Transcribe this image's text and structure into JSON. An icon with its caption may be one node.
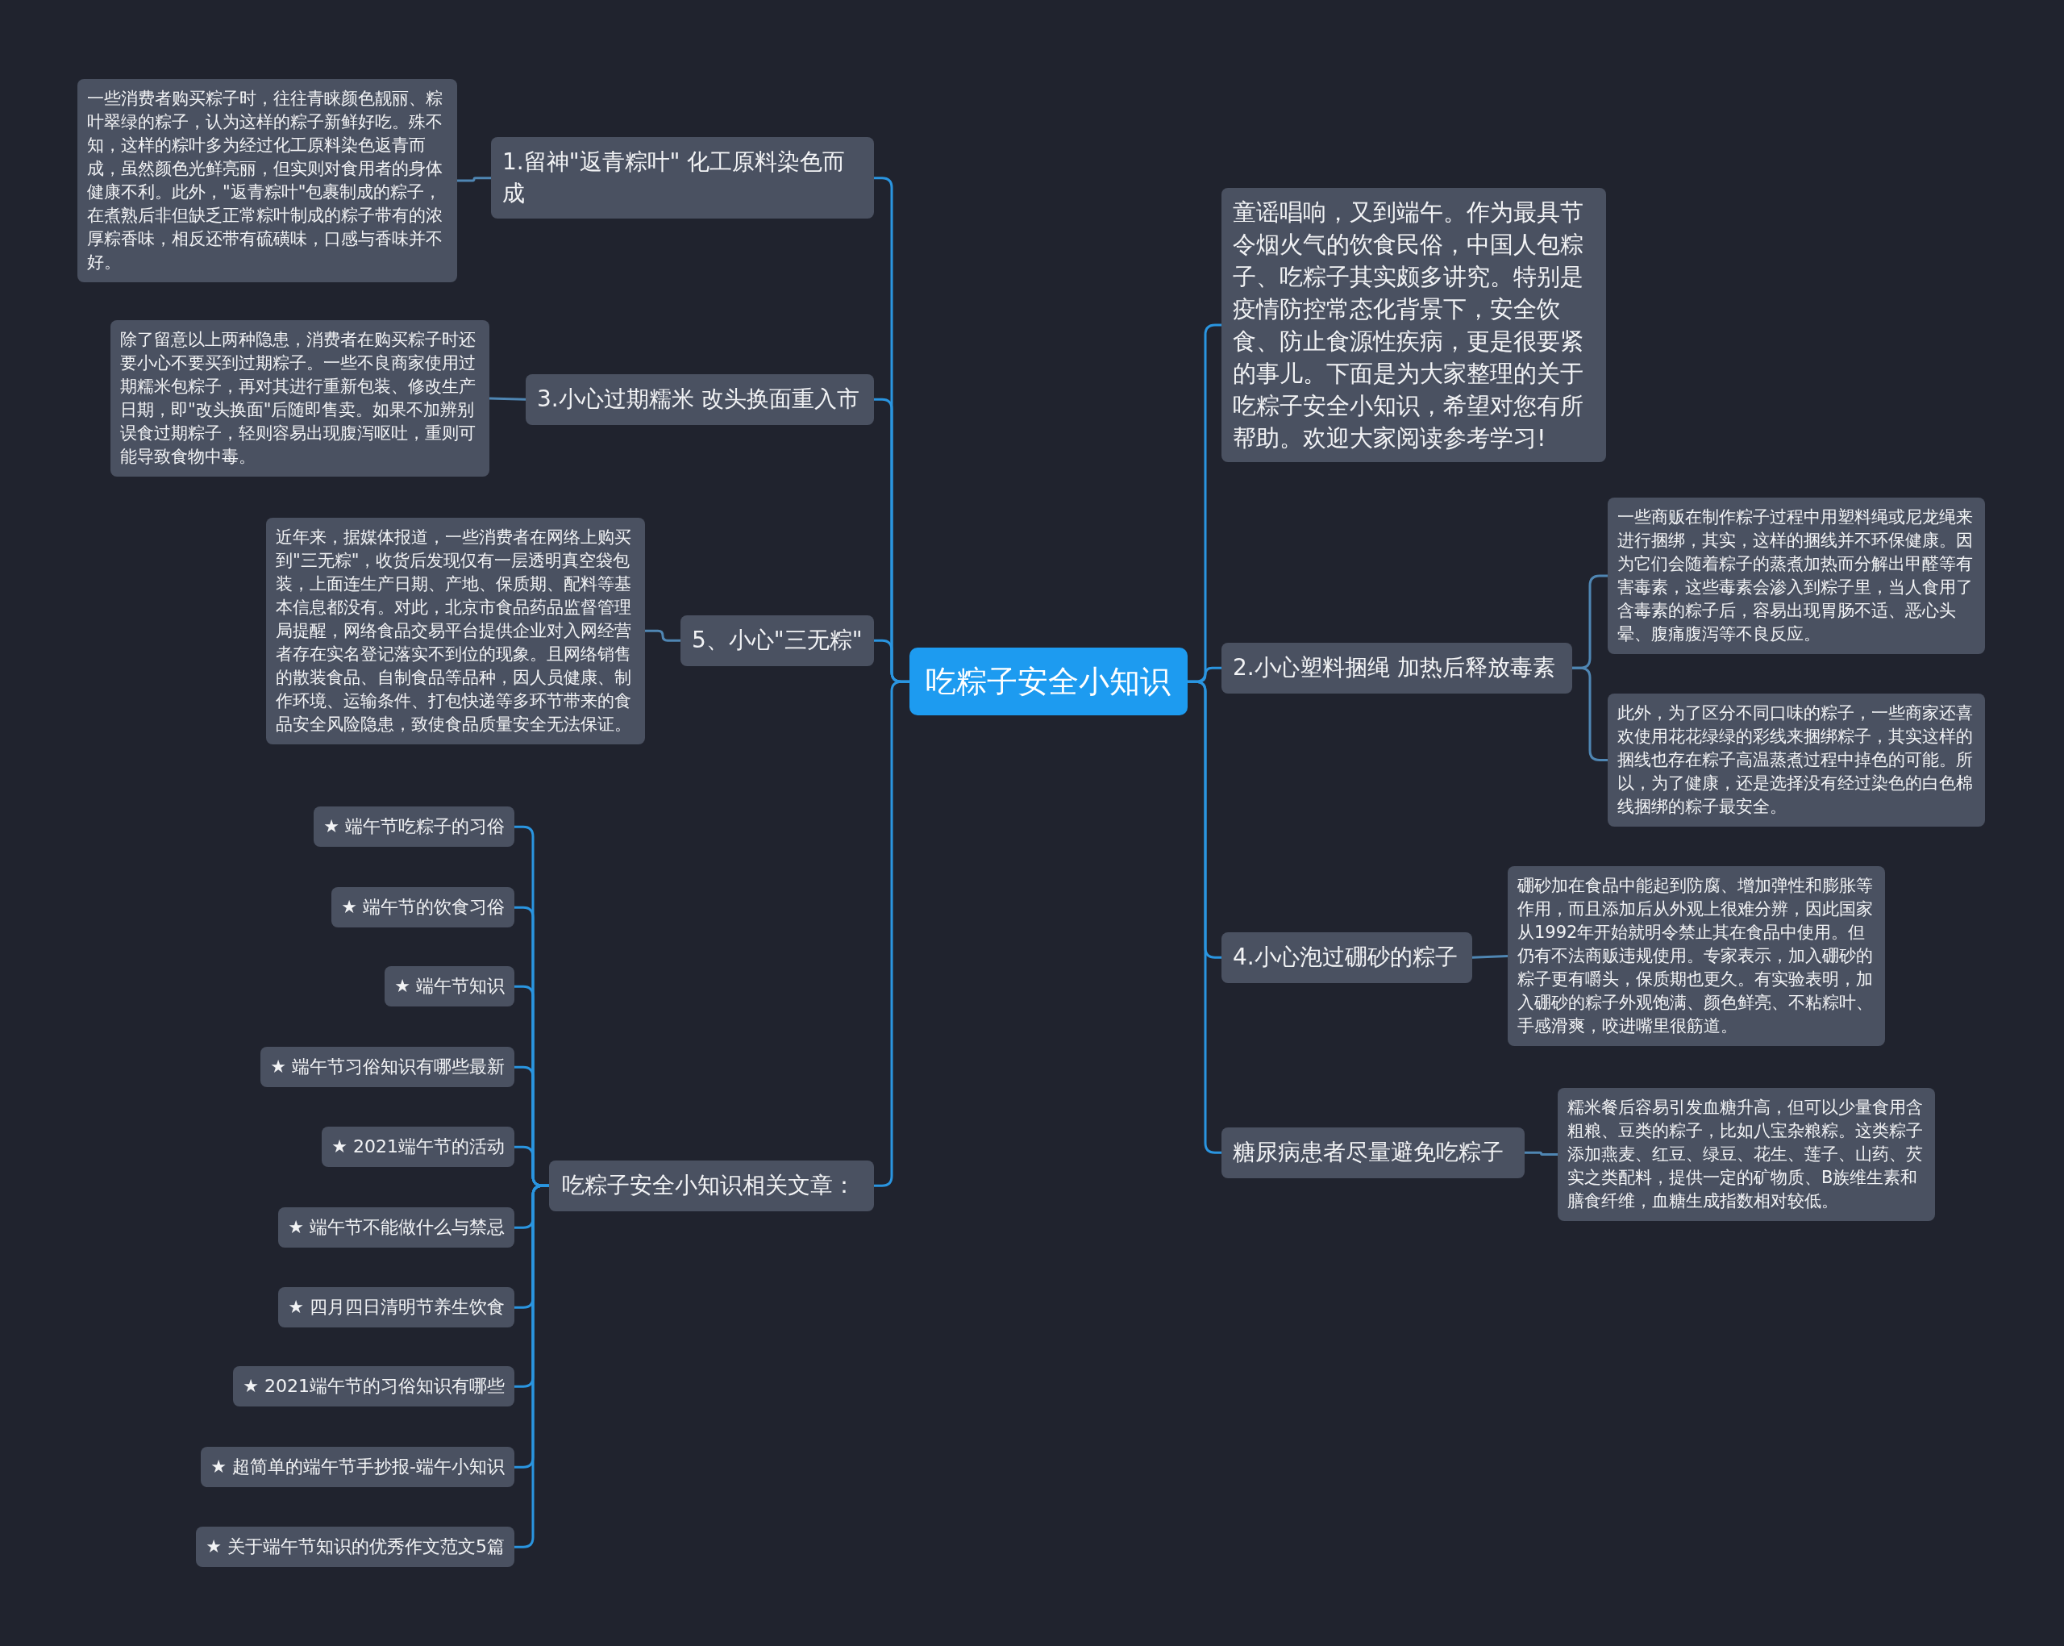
{
  "diagram": {
    "nodes": [
      {
        "text": [
          "吃粽子安全小知识"
        ]
      },
      {
        "text": [
          "童谣唱响，又到端午。作为最具节令烟火气的饮食民俗，中国人包粽子、吃粽子其实颇多讲究。特别是疫情防控常态化背景下，安全饮食、防止食源性疾病，更是很要紧的事儿。下面是为大家整理的关于吃粽子安全小知识，希望对您有所帮助。欢迎大家阅读参考学习!"
        ]
      },
      {
        "text": [
          "2.小心塑料捆绳 加热后释放毒素"
        ]
      },
      {
        "text": [
          "一些商贩在制作粽子过程中用塑料绳或尼龙绳来进行捆绑，其实，这样的捆线并不环保健康。因为它们会随着粽子的蒸煮加热而分解出甲醛等有害毒素，这些毒素会渗入到粽子里，当人食用了含毒素的粽子后，容易出现胃肠不适、恶心头晕、腹痛腹泻等不良反应。"
        ]
      },
      {
        "text": [
          "此外，为了区分不同口味的粽子，一些商家还喜欢使用花花绿绿的彩线来捆绑粽子，其实这样的捆线也存在粽子高温蒸煮过程中掉色的可能。所以，为了健康，还是选择没有经过染色的白色棉线捆绑的粽子最安全。"
        ]
      },
      {
        "text": [
          "4.小心泡过硼砂的粽子"
        ]
      },
      {
        "text": [
          "硼砂加在食品中能起到防腐、增加弹性和膨胀等作用，而且添加后从外观上很难分辨，因此国家从1992年开始就明令禁止其在食品中使用。但仍有不法商贩违规使用。专家表示，加入硼砂的粽子更有嚼头，保质期也更久。有实验表明，加入硼砂的粽子外观饱满、颜色鲜亮、不粘粽叶、手感滑爽，咬进嘴里很筋道。"
        ]
      },
      {
        "text": [
          "糖尿病患者尽量避免吃粽子"
        ]
      },
      {
        "text": [
          "糯米餐后容易引发血糖升高，但可以少量食用含粗粮、豆类的粽子，比如八宝杂粮粽。这类粽子添加燕麦、红豆、绿豆、花生、莲子、山药、芡实之类配料，提供一定的矿物质、B族维生素和膳食纤维，血糖生成指数相对较低。"
        ]
      },
      {
        "text": [
          "1.留神\"返青粽叶\" 化工原料染色而成"
        ]
      },
      {
        "text": [
          "一些消费者购买粽子时，往往青睐颜色靓丽、粽叶翠绿的粽子，认为这样的粽子新鲜好吃。殊不知，这样的粽叶多为经过化工原料染色返青而成，虽然颜色光鲜亮丽，但实则对食用者的身体健康不利。此外，\"返青粽叶\"包裹制成的粽子，在煮熟后非但缺乏正常粽叶制成的粽子带有的浓厚粽香味，相反还带有硫磺味，口感与香味并不好。"
        ]
      },
      {
        "text": [
          "3.小心过期糯米 改头换面重入市"
        ]
      },
      {
        "text": [
          "除了留意以上两种隐患，消费者在购买粽子时还要小心不要买到过期粽子。一些不良商家使用过期糯米包粽子，再对其进行重新包装、修改生产日期，即\"改头换面\"后随即售卖。如果不加辨别误食过期粽子，轻则容易出现腹泻呕吐，重则可能导致食物中毒。"
        ]
      },
      {
        "text": [
          "5、小心\"三无粽\""
        ]
      },
      {
        "text": [
          "近年来，据媒体报道，一些消费者在网络上购买到\"三无粽\"，收货后发现仅有一层透明真空袋包装，上面连生产日期、产地、保质期、配料等基本信息都没有。对此，北京市食品药品监督管理局提醒，网络食品交易平台提供企业对入网经营者存在实名登记落实不到位的现象。且网络销售的散装食品、自制食品等品种，因人员健康、制作环境、运输条件、打包快递等多环节带来的食品安全风险隐患，致使食品质量安全无法保证。"
        ]
      },
      {
        "text": [
          "吃粽子安全小知识相关文章："
        ]
      },
      {
        "text": [
          "★ 端午节吃粽子的习俗"
        ]
      },
      {
        "text": [
          "★ 端午节的饮食习俗"
        ]
      },
      {
        "text": [
          "★ 端午节知识"
        ]
      },
      {
        "text": [
          "★ 端午节习俗知识有哪些最新"
        ]
      },
      {
        "text": [
          "★ 2021端午节的活动"
        ]
      },
      {
        "text": [
          "★ 端午节不能做什么与禁忌"
        ]
      },
      {
        "text": [
          "★ 四月四日清明节养生饮食"
        ]
      },
      {
        "text": [
          "★ 2021端午节的习俗知识有哪些"
        ]
      },
      {
        "text": [
          "★ 超简单的端午节手抄报-端午小知识"
        ]
      },
      {
        "text": [
          "★ 关于端午节知识的优秀作文范文5篇"
        ]
      }
    ],
    "edges": [
      {
        "from": 0,
        "to": 1,
        "arrow": "none"
      },
      {
        "from": 0,
        "to": 2,
        "arrow": "none"
      },
      {
        "from": 2,
        "to": 3,
        "arrow": "none",
        "color": "#4f86b3"
      },
      {
        "from": 2,
        "to": 4,
        "arrow": "none",
        "color": "#4f86b3"
      },
      {
        "from": 0,
        "to": 5,
        "arrow": "none"
      },
      {
        "from": 5,
        "to": 6,
        "arrow": "none",
        "color": "#4f86b3"
      },
      {
        "from": 0,
        "to": 7,
        "arrow": "none"
      },
      {
        "from": 7,
        "to": 8,
        "arrow": "none",
        "color": "#4f86b3"
      },
      {
        "from": 0,
        "to": 9,
        "arrow": "none"
      },
      {
        "from": 9,
        "to": 10,
        "arrow": "none",
        "color": "#4f86b3"
      },
      {
        "from": 0,
        "to": 11,
        "arrow": "none"
      },
      {
        "from": 11,
        "to": 12,
        "arrow": "none",
        "color": "#4f86b3"
      },
      {
        "from": 0,
        "to": 13,
        "arrow": "none"
      },
      {
        "from": 13,
        "to": 14,
        "arrow": "none",
        "color": "#4f86b3"
      },
      {
        "from": 0,
        "to": 15,
        "arrow": "none"
      },
      {
        "from": 15,
        "to": 16,
        "arrow": "none"
      },
      {
        "from": 15,
        "to": 17,
        "arrow": "none"
      },
      {
        "from": 15,
        "to": 18,
        "arrow": "none"
      },
      {
        "from": 15,
        "to": 19,
        "arrow": "none"
      },
      {
        "from": 15,
        "to": 20,
        "arrow": "none"
      },
      {
        "from": 15,
        "to": 21,
        "arrow": "none"
      },
      {
        "from": 15,
        "to": 22,
        "arrow": "none"
      },
      {
        "from": 15,
        "to": 23,
        "arrow": "none"
      },
      {
        "from": 15,
        "to": 24,
        "arrow": "none"
      },
      {
        "from": 15,
        "to": 25,
        "arrow": "none"
      }
    ]
  }
}
